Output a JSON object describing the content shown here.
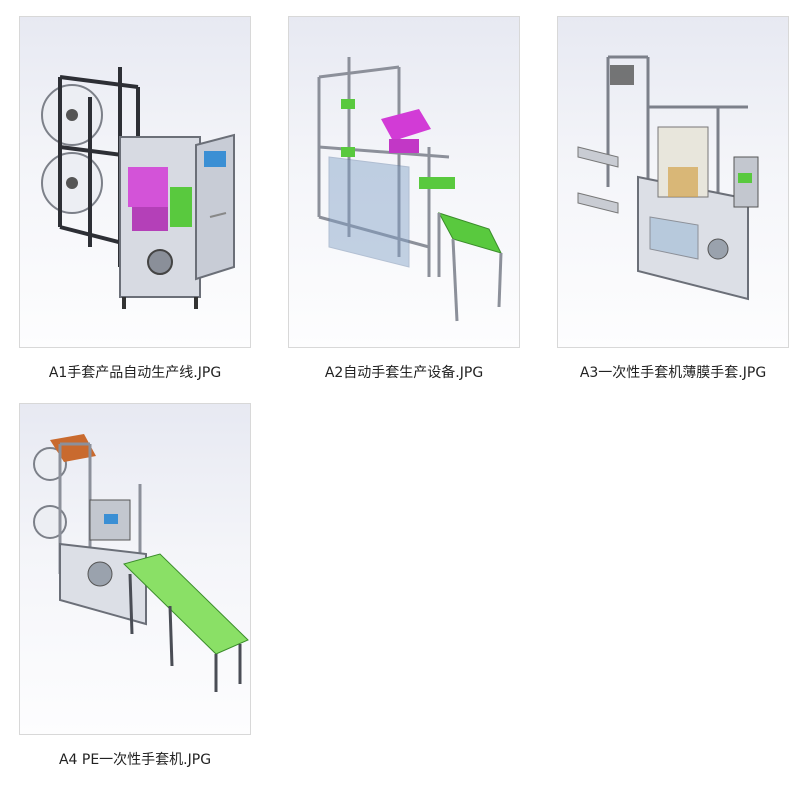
{
  "files": [
    {
      "name": "A1手套产品自动生产线.JPG",
      "icon": "cad-machine-thumbnail"
    },
    {
      "name": "A2自动手套生产设备.JPG",
      "icon": "cad-machine-thumbnail"
    },
    {
      "name": "A3一次性手套机薄膜手套.JPG",
      "icon": "cad-machine-thumbnail"
    },
    {
      "name": "A4 PE一次性手套机.JPG",
      "icon": "cad-machine-thumbnail"
    }
  ],
  "colors": {
    "frame": "#6b6f78",
    "frame_dark": "#2d2f35",
    "steel": "#b9bec8",
    "magenta": "#d23bd6",
    "green": "#59c93e",
    "blue_glass": "#7f9fc6"
  }
}
